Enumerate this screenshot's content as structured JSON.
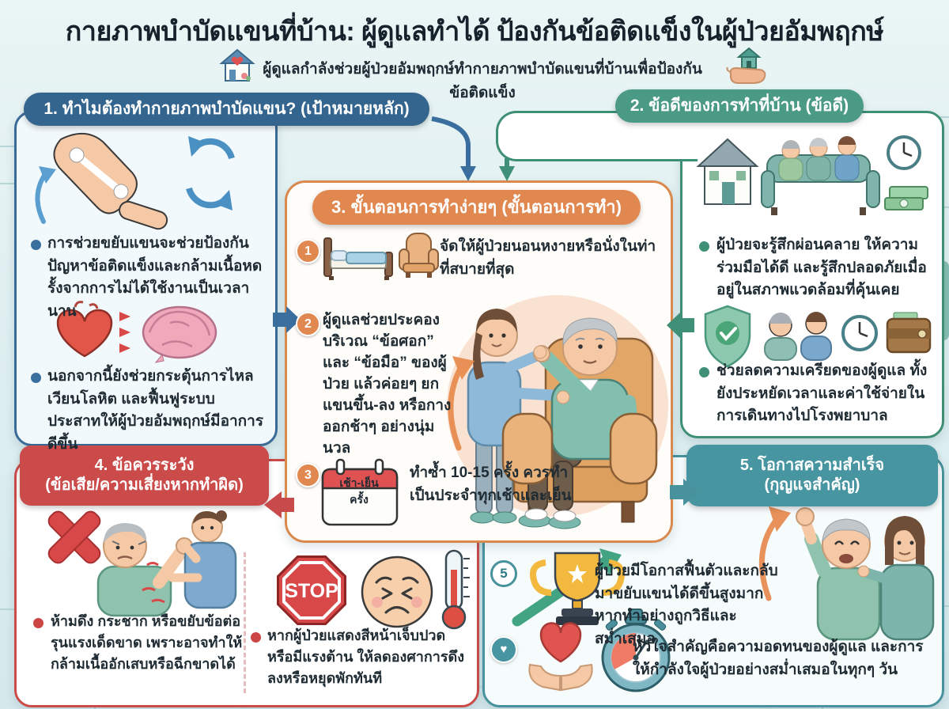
{
  "page": {
    "title": "กายภาพบำบัดแขนที่บ้าน: ผู้ดูแลทำได้ ป้องกันข้อติดแข็งในผู้ป่วยอัมพฤกษ์",
    "subtitle": "ผู้ดูแลกำลังช่วยผู้ป่วยอัมพฤกษ์ทำกายภาพบำบัดแขนที่บ้านเพื่อป้องกันข้อติดแข็ง"
  },
  "sections": {
    "why": {
      "number_title": "1. ทำไมต้องทำกายภาพบำบัดแขน? (เป้าหมายหลัก)",
      "bullets": [
        "การช่วยขยับแขนจะช่วยป้องกันปัญหาข้อติดแข็งและกล้ามเนื้อหดรั้งจากการไม่ได้ใช้งานเป็นเวลานาน",
        "นอกจากนี้ยังช่วยกระตุ้นการไหลเวียนโลหิต และฟื้นฟูระบบประสาทให้ผู้ป่วยอัมพฤกษ์มีอาการดีขึ้น"
      ]
    },
    "benefits": {
      "number_title": "2. ข้อดีของการทำที่บ้าน (ข้อดี)",
      "bullets": [
        "ผู้ป่วยจะรู้สึกผ่อนคลาย ให้ความร่วมมือได้ดี และรู้สึกปลอดภัยเมื่ออยู่ในสภาพแวดล้อมที่คุ้นเคย",
        "ช่วยลดความเครียดของผู้ดูแล ทั้งยังประหยัดเวลาและค่าใช้จ่ายในการเดินทางไปโรงพยาบาล"
      ]
    },
    "steps": {
      "number_title": "3. ขั้นตอนการทำง่ายๆ (ขั้นตอนการทำ)",
      "items": [
        {
          "num": "1",
          "text": "จัดให้ผู้ป่วยนอนหงายหรือนั่งในท่าที่สบายที่สุด"
        },
        {
          "num": "2",
          "text": "ผู้ดูแลช่วยประคองบริเวณ “ข้อศอก” และ “ข้อมือ” ของผู้ป่วย แล้วค่อยๆ ยกแขนขึ้น-ลง หรือกางออกช้าๆ อย่างนุ่มนวล"
        },
        {
          "num": "3",
          "text": "ทำซ้ำ 10-15 ครั้ง ควรทำเป็นประจำทุกเช้าและเย็น"
        }
      ],
      "calendar": {
        "line1": "เช้า-เย็น",
        "line2": "ครั้ง"
      }
    },
    "cautions": {
      "title_line1": "4. ข้อควรระวัง",
      "title_line2": "(ข้อเสีย/ความเสี่ยงหากทำผิด)",
      "bullets": [
        "ห้ามดึง กระชาก หรือขยับข้อต่อรุนแรงเด็ดขาด เพราะอาจทำให้กล้ามเนื้ออักเสบหรือฉีกขาดได้",
        "หากผู้ป่วยแสดงสีหน้าเจ็บปวดหรือมีแรงต้าน ให้ลดองศาการดึงลงหรือหยุดพักทันที"
      ],
      "stop_label": "STOP"
    },
    "success": {
      "title_line1": "5. โอกาสความสำเร็จ",
      "title_line2": "(กุญแจสำคัญ)",
      "items": [
        {
          "badge": "5",
          "text": "ผู้ป่วยมีโอกาสฟื้นตัวและกลับมาขยับแขนได้ดีขึ้นสูงมาก หากทำอย่างถูกวิธีและสม่ำเสมอ"
        },
        {
          "badge": "♥",
          "text": "หัวใจสำคัญคือความอดทนของผู้ดูแล และการให้กำลังใจผู้ป่วยอย่างสม่ำเสมอในทุกๆ วัน"
        }
      ]
    }
  },
  "colors": {
    "why": "#33658e",
    "benefits": "#4a9a85",
    "steps": "#e08850",
    "cautions": "#cb4a4a",
    "success": "#4795a0",
    "background": "#ddeef0"
  },
  "icons": {
    "home-heart-icon": "house with heart and plants",
    "hand-home-icon": "hand holding a house",
    "rotation-arrows-icon": "circular rotation arrows",
    "heart-organ-icon": "heart organ with flow arrows",
    "brain-icon": "brain",
    "bed-icon": "bed",
    "armchair-icon": "armchair",
    "calendar-icon": "calendar morning-evening",
    "cross-x-icon": "red X mark",
    "stop-sign-icon": "stop sign",
    "pain-face-icon": "pained face",
    "thermometer-icon": "thermometer",
    "trophy-icon": "trophy with rising arrow",
    "heart-in-hands-icon": "hands holding heart",
    "stopwatch-icon": "stopwatch",
    "shield-check-icon": "shield with checkmark",
    "clock-icon": "clock",
    "wallet-icon": "wallet",
    "money-icon": "banknotes"
  }
}
